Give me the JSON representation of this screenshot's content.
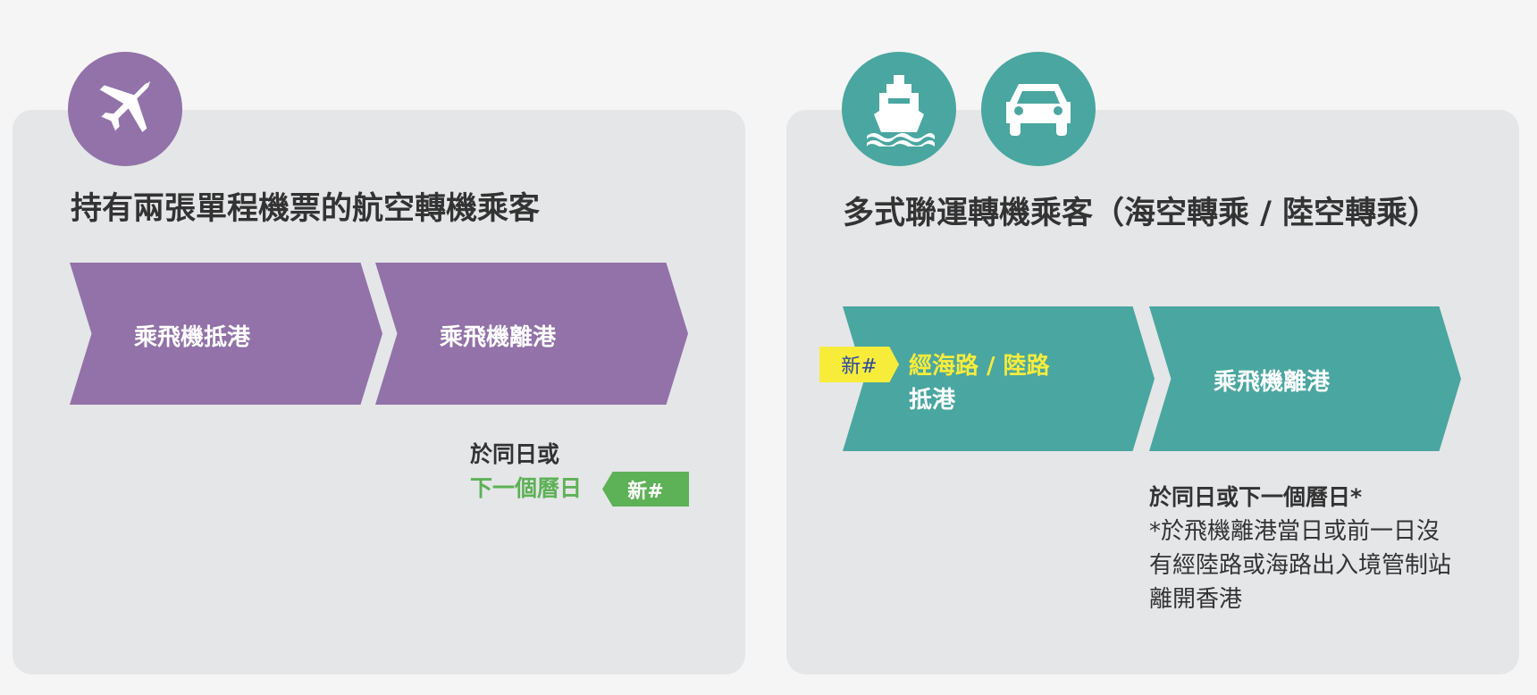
{
  "colors": {
    "air": "#9272a8",
    "multi": "#4aa6a0",
    "new_green": "#5db156",
    "new_yellow": "#f8ec3b"
  },
  "left": {
    "icon": "airplane-icon",
    "title": "持有兩張單程機票的航空轉機乘客",
    "step1": "乘飛機抵港",
    "step2": "乘飛機離港",
    "note_line1": "於同日或",
    "note_line2": "下一個曆日",
    "new_tag": "新#"
  },
  "right": {
    "icons": [
      "ship-icon",
      "car-icon"
    ],
    "title": "多式聯運轉機乘客（海空轉乘 / 陸空轉乘）",
    "new_tag": "新#",
    "step1_highlight": "經海路 / 陸路",
    "step1_rest": "抵港",
    "step2": "乘飛機離港",
    "note_bold": "於同日或下一個曆日*",
    "footnote": "*於飛機離港當日或前一日沒有經陸路或海路出入境管制站離開香港"
  }
}
